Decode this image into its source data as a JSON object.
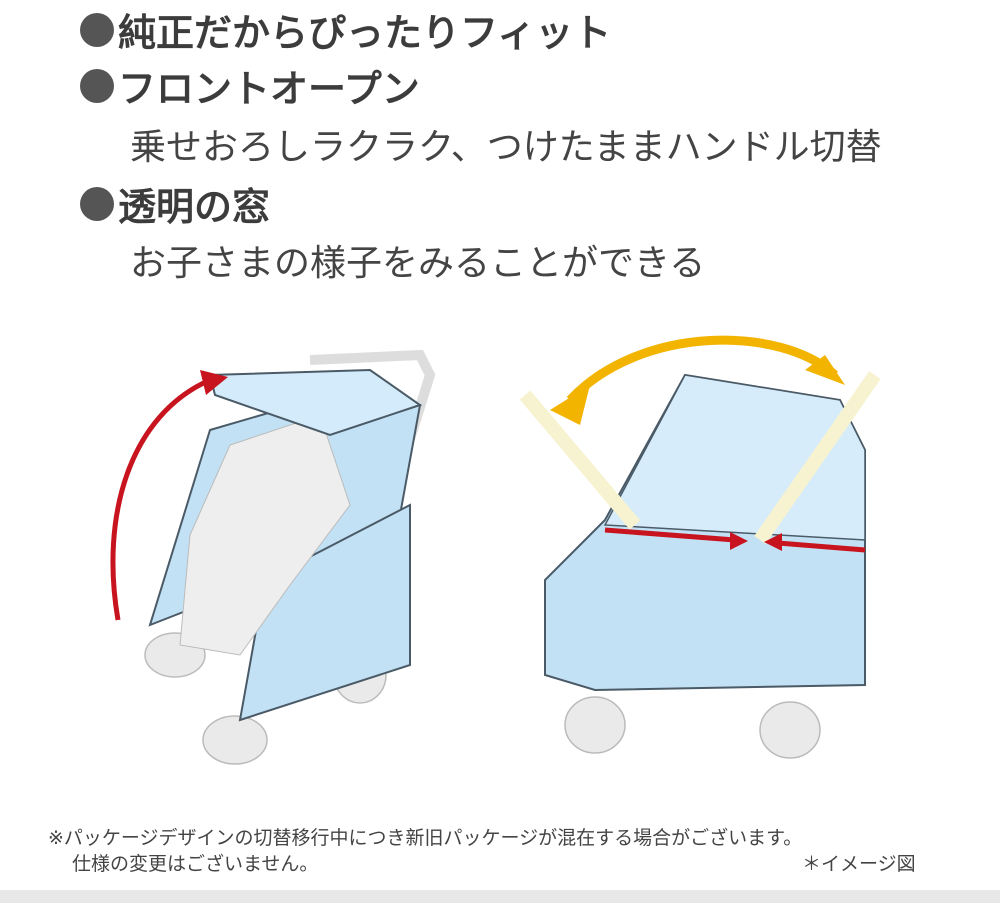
{
  "features": [
    {
      "title": "純正だからぴったりフィット"
    },
    {
      "title": "フロントオープン",
      "description": "乗せおろしラクラク、つけたままハンドル切替"
    },
    {
      "title": "透明の窓",
      "description": "お子さまの様子をみることができる"
    }
  ],
  "notes": {
    "package_line1": "※パッケージデザインの切替移行中につき新旧パッケージが混在する場合がございます。",
    "package_line2": "仕様の変更はございません。",
    "image_caption": "＊イメージ図"
  },
  "colors": {
    "cover": "#c3e1f5",
    "arrow_red": "#c8141e",
    "arrow_yellow": "#f3b400",
    "handle": "#f7f3d0"
  }
}
